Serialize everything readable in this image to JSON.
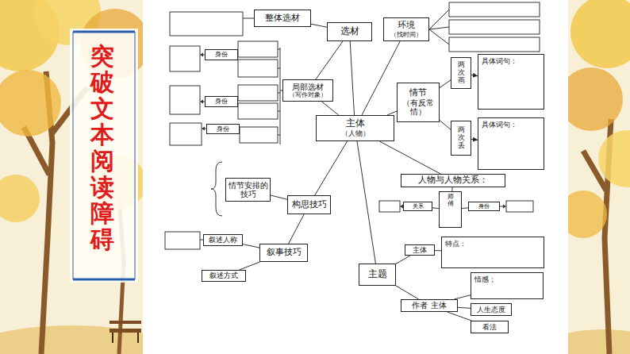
{
  "diagram": {
    "title": "突破文本阅读障碍",
    "nodes": [
      {
        "text": [
          "整体选材"
        ]
      },
      {
        "text": [
          "选材"
        ]
      },
      {
        "text": [
          "环境",
          "（找时间）"
        ]
      },
      {
        "text": [
          "身份"
        ]
      },
      {
        "text": [
          "两次画"
        ]
      },
      {
        "text": [
          "具体词句："
        ]
      },
      {
        "text": [
          "局部选材",
          "（写作对象）"
        ]
      },
      {
        "text": [
          "情节",
          "（有反常情）"
        ]
      },
      {
        "text": [
          "身份"
        ]
      },
      {
        "text": [
          "主体",
          "（人物）"
        ]
      },
      {
        "text": [
          "两次丢"
        ]
      },
      {
        "text": [
          "具体词句："
        ]
      },
      {
        "text": [
          "身份"
        ]
      },
      {
        "text": [
          "人物与人物关系："
        ]
      },
      {
        "text": [
          "情节安排的技巧"
        ]
      },
      {
        "text": [
          "师傅"
        ]
      },
      {
        "text": [
          "构思技巧"
        ]
      },
      {
        "text": [
          "关系"
        ]
      },
      {
        "text": [
          "身份"
        ]
      },
      {
        "text": [
          "叙述人称"
        ]
      },
      {
        "text": [
          "叙事技巧"
        ]
      },
      {
        "text": [
          "主体"
        ]
      },
      {
        "text": [
          "特点："
        ]
      },
      {
        "text": [
          "主题"
        ]
      },
      {
        "text": [
          "叙述方式"
        ]
      },
      {
        "text": [
          "情感；"
        ]
      },
      {
        "text": [
          "作者 主体"
        ]
      },
      {
        "text": [
          "人生态度"
        ]
      },
      {
        "text": [
          "看法"
        ]
      }
    ],
    "edges": [
      {
        "from": 9,
        "to": 1,
        "arrow": "none"
      },
      {
        "from": 1,
        "to": 0,
        "arrow": "none"
      },
      {
        "from": 1,
        "to": 6,
        "arrow": "none"
      },
      {
        "from": 9,
        "to": 6,
        "arrow": "none"
      },
      {
        "from": 9,
        "to": 2,
        "arrow": "none"
      },
      {
        "from": 9,
        "to": 7,
        "arrow": "none"
      },
      {
        "from": 7,
        "to": 4,
        "arrow": "none"
      },
      {
        "from": 7,
        "to": 10,
        "arrow": "none"
      },
      {
        "from": 4,
        "to": 5,
        "arrow": "to"
      },
      {
        "from": 10,
        "to": 11,
        "arrow": "to"
      },
      {
        "from": 9,
        "to": 13,
        "arrow": "none"
      },
      {
        "from": 13,
        "to": 15,
        "arrow": "none"
      },
      {
        "from": 15,
        "to": 17,
        "arrow": "none"
      },
      {
        "from": 15,
        "to": 18,
        "arrow": "none"
      },
      {
        "from": 9,
        "to": 16,
        "arrow": "none"
      },
      {
        "from": 16,
        "to": 14,
        "arrow": "none"
      },
      {
        "from": 16,
        "to": 20,
        "arrow": "none"
      },
      {
        "from": 20,
        "to": 19,
        "arrow": "none"
      },
      {
        "from": 20,
        "to": 24,
        "arrow": "none"
      },
      {
        "from": 9,
        "to": 23,
        "arrow": "none"
      },
      {
        "from": 23,
        "to": 21,
        "arrow": "none"
      },
      {
        "from": 23,
        "to": 26,
        "arrow": "none"
      },
      {
        "from": 21,
        "to": 22,
        "arrow": "none"
      },
      {
        "from": 26,
        "to": 25,
        "arrow": "none"
      },
      {
        "from": 26,
        "to": 27,
        "arrow": "none"
      },
      {
        "from": 26,
        "to": 28,
        "arrow": "none"
      }
    ]
  }
}
